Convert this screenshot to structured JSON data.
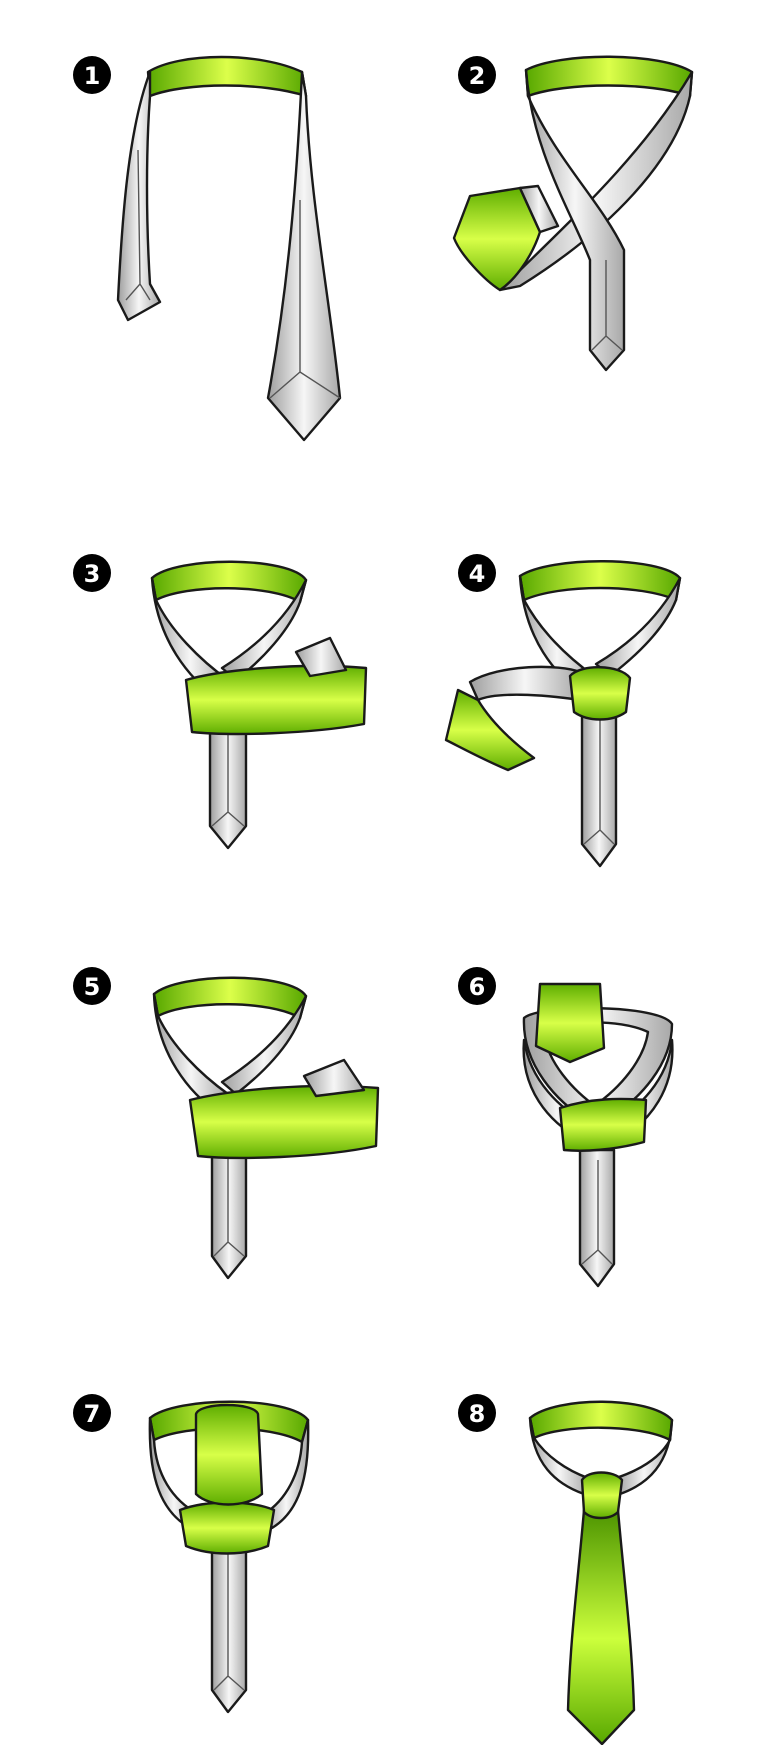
{
  "steps": [
    {
      "number": "1"
    },
    {
      "number": "2"
    },
    {
      "number": "3"
    },
    {
      "number": "4"
    },
    {
      "number": "5"
    },
    {
      "number": "6"
    },
    {
      "number": "7"
    },
    {
      "number": "8"
    }
  ],
  "colors": {
    "tie_green": "#8fd400",
    "tie_green_light": "#d9ff45",
    "tie_green_dark": "#4e9a00",
    "tie_gray": "#d4d4d4",
    "tie_gray_light": "#f4f4f4",
    "tie_gray_dark": "#9a9a9a",
    "outline": "#1a1a1a",
    "badge": "#000000"
  }
}
